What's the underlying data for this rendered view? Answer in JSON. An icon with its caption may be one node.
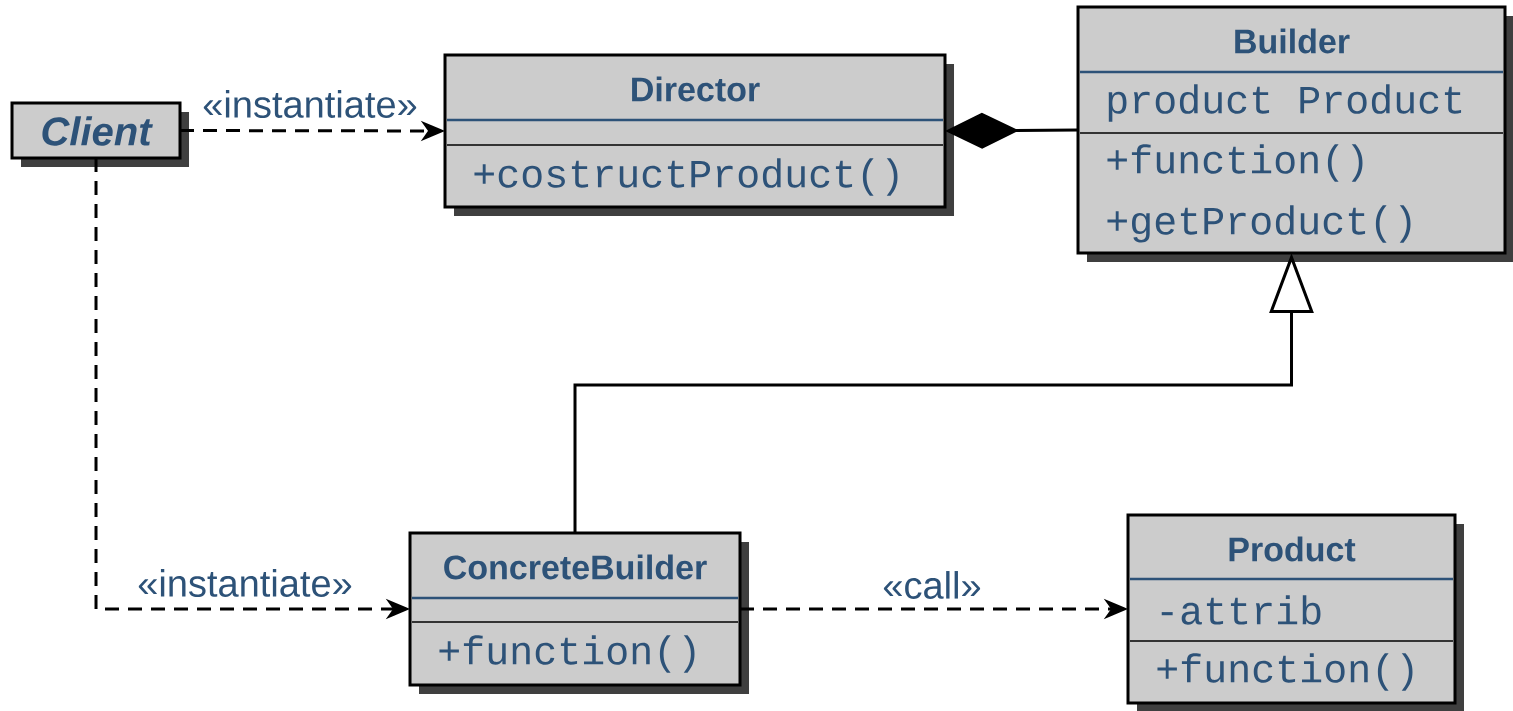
{
  "diagram": {
    "nodes": [
      {
        "text": [
          "Client"
        ]
      },
      {
        "text": [
          "Director",
          "+costructProduct()"
        ]
      },
      {
        "text": [
          "Builder",
          "product Product",
          "+function()",
          "+getProduct()"
        ]
      },
      {
        "text": [
          "ConcreteBuilder",
          "+function()"
        ]
      },
      {
        "text": [
          "Product",
          "-attrib",
          "+function()"
        ]
      }
    ],
    "edges": [
      {
        "from": 0,
        "to": 1,
        "arrow": "to",
        "style": "dashed",
        "label": "«instantiate»"
      },
      {
        "from": 0,
        "to": 3,
        "arrow": "to",
        "style": "dashed",
        "label": "«instantiate»"
      },
      {
        "from": 1,
        "to": 2,
        "arrow": "other"
      },
      {
        "from": 3,
        "to": 2,
        "arrow": "to"
      },
      {
        "from": 3,
        "to": 4,
        "arrow": "to",
        "style": "dashed",
        "label": "«call»"
      }
    ]
  }
}
